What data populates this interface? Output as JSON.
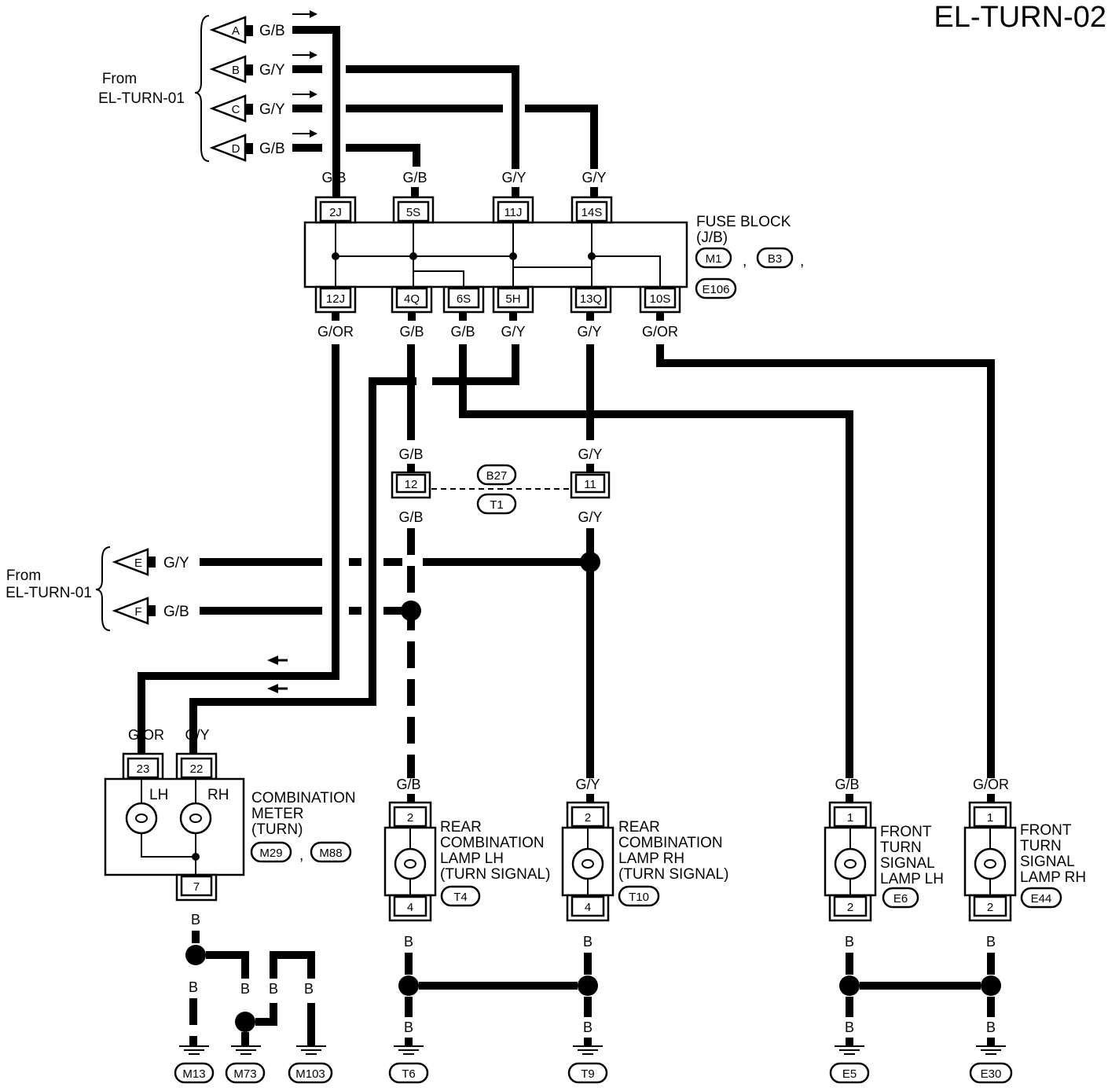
{
  "title": "EL-TURN-02",
  "from_top": {
    "line1": "From",
    "line2": "EL-TURN-01"
  },
  "from_mid": {
    "line1": "From",
    "line2": "EL-TURN-01"
  },
  "inputs_top": [
    {
      "letter": "A",
      "color": "G/B"
    },
    {
      "letter": "B",
      "color": "G/Y"
    },
    {
      "letter": "C",
      "color": "G/Y"
    },
    {
      "letter": "D",
      "color": "G/B"
    }
  ],
  "inputs_mid": [
    {
      "letter": "E",
      "color": "G/Y"
    },
    {
      "letter": "F",
      "color": "G/B"
    }
  ],
  "fuse_block": {
    "line1": "FUSE BLOCK",
    "line2": "(J/B)",
    "connectors": [
      "M1",
      "B3",
      "E106"
    ],
    "sep": ",",
    "top_pins": [
      "2J",
      "5S",
      "11J",
      "14S"
    ],
    "top_colors": [
      "G/B",
      "G/B",
      "G/Y",
      "G/Y"
    ],
    "bottom_pins": [
      "12J",
      "4Q",
      "6S",
      "5H",
      "13Q",
      "10S"
    ],
    "bottom_colors": [
      "G/OR",
      "G/B",
      "G/B",
      "G/Y",
      "G/Y",
      "G/OR"
    ]
  },
  "joint": {
    "connectors": [
      "B27",
      "T1"
    ],
    "pins": [
      "12",
      "11"
    ],
    "colors_above": [
      "G/B",
      "G/Y"
    ],
    "colors_below": [
      "G/B",
      "G/Y"
    ]
  },
  "combination_meter": {
    "line1": "COMBINATION",
    "line2": "METER",
    "line3": "(TURN)",
    "connectors": [
      "M29",
      "M88"
    ],
    "sep": ",",
    "pins": [
      "23",
      "22"
    ],
    "colors": [
      "G/OR",
      "G/Y"
    ],
    "lamp_labels": [
      "LH",
      "RH"
    ],
    "ground_pin": "7"
  },
  "lamps": [
    {
      "lines": [
        "REAR",
        "COMBINATION",
        "LAMP LH",
        "(TURN SIGNAL)"
      ],
      "connector": "T4",
      "pin_top": "2",
      "pin_bottom": "4",
      "color_in": "G/B"
    },
    {
      "lines": [
        "REAR",
        "COMBINATION",
        "LAMP RH",
        "(TURN SIGNAL)"
      ],
      "connector": "T10",
      "pin_top": "2",
      "pin_bottom": "4",
      "color_in": "G/Y"
    },
    {
      "lines": [
        "FRONT",
        "TURN",
        "SIGNAL",
        "LAMP LH"
      ],
      "connector": "E6",
      "pin_top": "1",
      "pin_bottom": "2",
      "color_in": "G/B"
    },
    {
      "lines": [
        "FRONT",
        "TURN",
        "SIGNAL",
        "LAMP RH"
      ],
      "connector": "E44",
      "pin_top": "1",
      "pin_bottom": "2",
      "color_in": "G/OR"
    }
  ],
  "ground_color": "B",
  "grounds": [
    "M13",
    "M73",
    "M103",
    "T6",
    "T9",
    "E5",
    "E30"
  ]
}
